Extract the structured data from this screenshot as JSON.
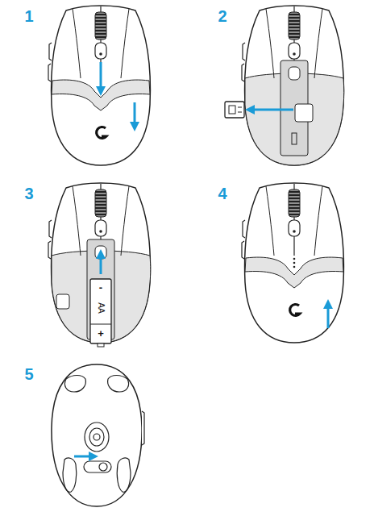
{
  "diagram": {
    "labels": [
      "1",
      "2",
      "3",
      "4",
      "5",
      "-",
      "AA",
      "+"
    ]
  }
}
